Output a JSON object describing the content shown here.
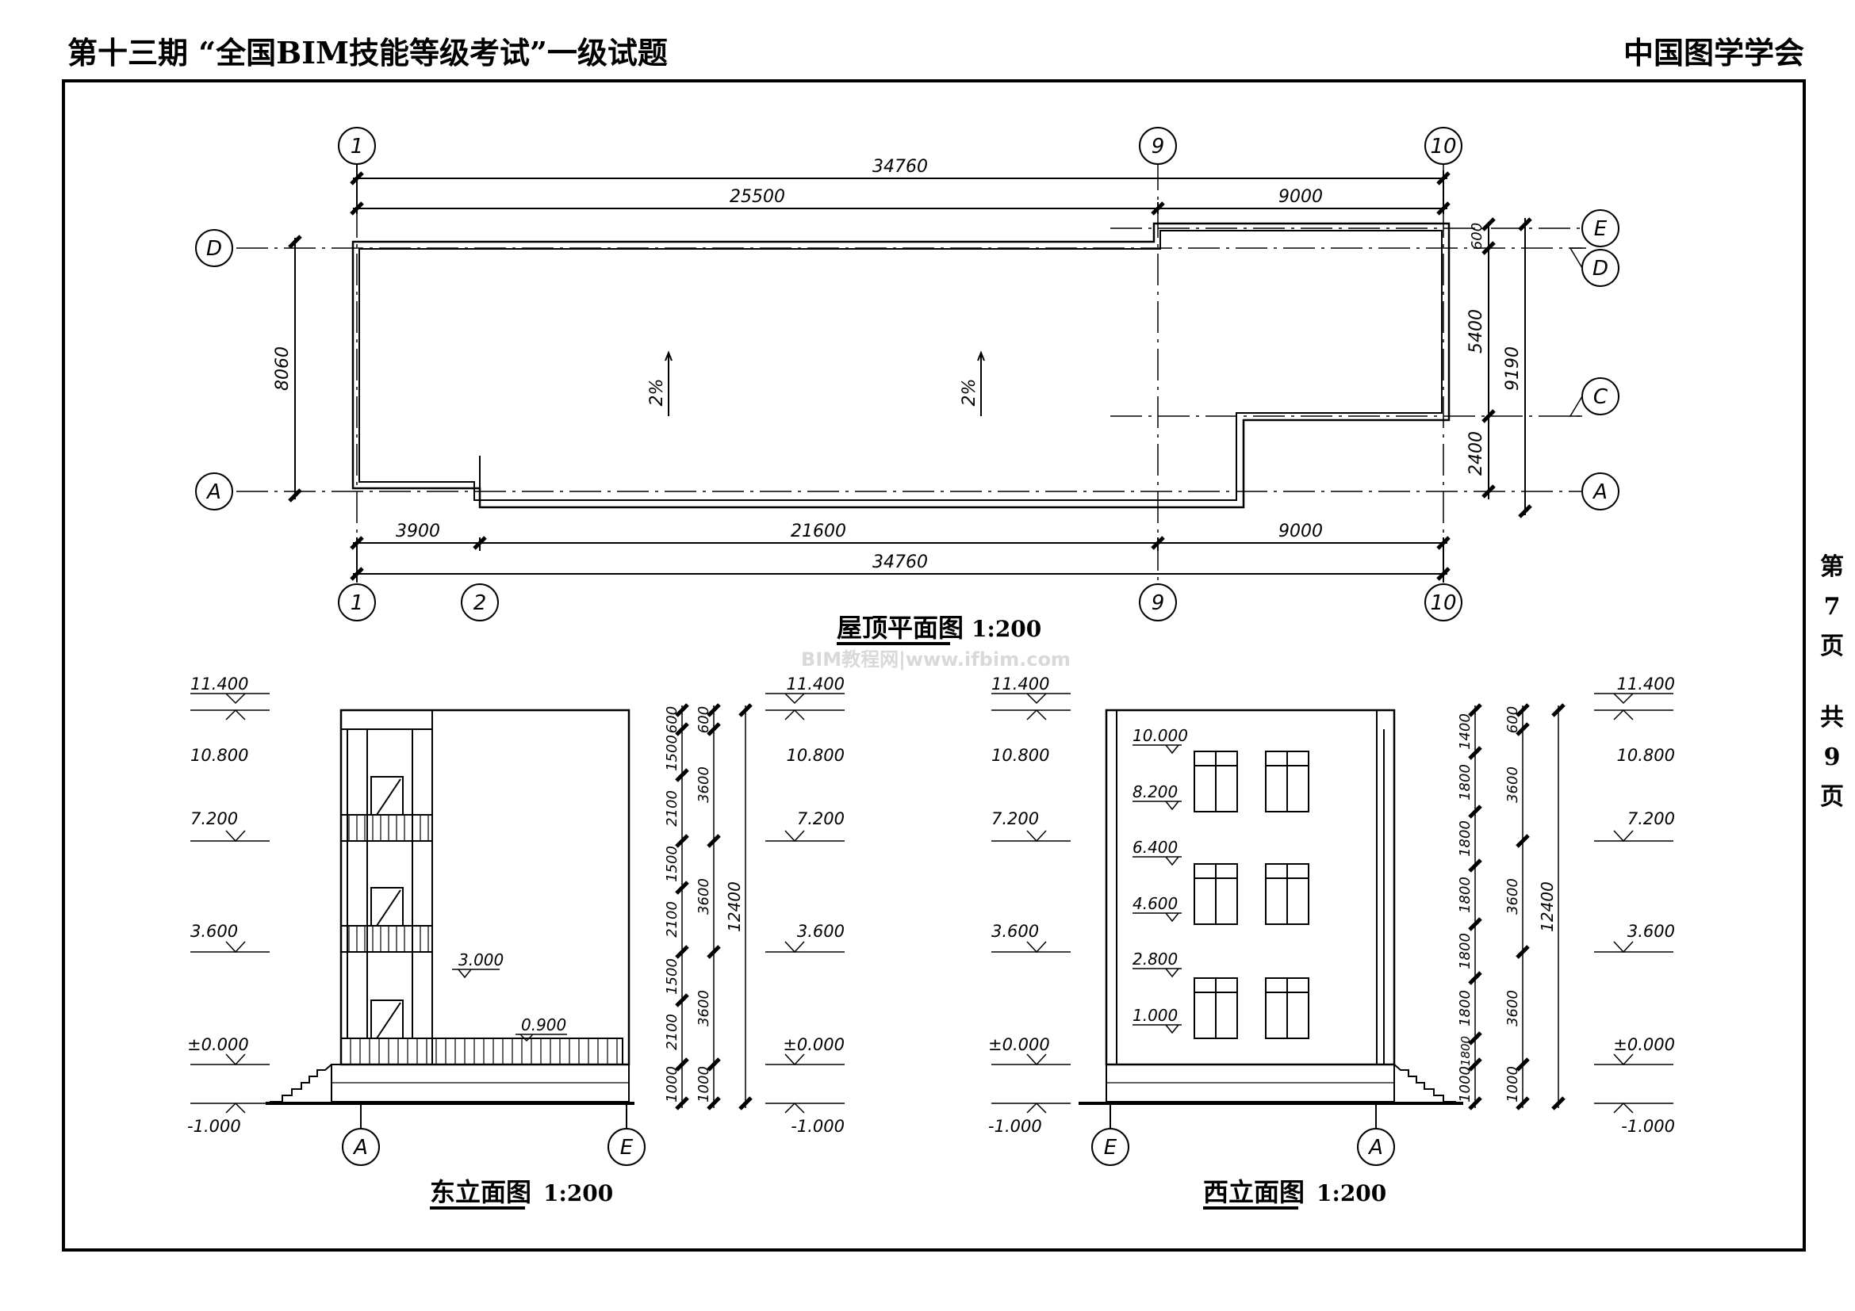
{
  "header": {
    "left": "第十三期 “全国BIM技能等级考试”一级试题",
    "right": "中国图学学会"
  },
  "page_marker": {
    "chars": [
      "第",
      "7",
      "页",
      "共",
      "9",
      "页"
    ]
  },
  "watermark": "BIM教程网|www.ifbim.com",
  "roof_plan": {
    "title": "屋顶平面图",
    "scale": "1:200",
    "top_axes": [
      "1",
      "9",
      "10"
    ],
    "bottom_axes": [
      "1",
      "2",
      "9",
      "10"
    ],
    "left_axes": [
      "D",
      "A"
    ],
    "right_axes": [
      "E",
      "D",
      "C",
      "A"
    ],
    "dims": {
      "top_total": "34760",
      "top_a": "25500",
      "top_b": "9000",
      "bot_a": "3900",
      "bot_b": "21600",
      "bot_c": "9000",
      "bot_total": "34760",
      "left": "8060",
      "right_a": "600",
      "right_b": "5400",
      "right_c": "2400",
      "right_total": "9190"
    },
    "slopes": [
      "2%",
      "2%"
    ]
  },
  "east_elevation": {
    "title": "东立面图",
    "scale": "1:200",
    "axes": [
      "A",
      "E"
    ],
    "levels_left": [
      "11.400",
      "10.800",
      "7.200",
      "3.600",
      "±0.000",
      "-1.000"
    ],
    "levels_right": [
      "11.400",
      "10.800",
      "7.200",
      "3.600",
      "±0.000",
      "-1.000"
    ],
    "inner_levels": [
      "3.000",
      "0.900"
    ],
    "dims_a": [
      "600",
      "1500",
      "2100",
      "1500",
      "2100",
      "1500",
      "2100",
      "1000"
    ],
    "dims_b": [
      "600",
      "3600",
      "3600",
      "3600",
      "1000"
    ],
    "dim_total": "12400"
  },
  "west_elevation": {
    "title": "西立面图",
    "scale": "1:200",
    "axes": [
      "E",
      "A"
    ],
    "levels_left": [
      "11.400",
      "10.800",
      "7.200",
      "3.600",
      "±0.000",
      "-1.000"
    ],
    "levels_right": [
      "11.400",
      "10.800",
      "7.200",
      "3.600",
      "±0.000",
      "-1.000"
    ],
    "window_levels": [
      "10.000",
      "8.200",
      "6.400",
      "4.600",
      "2.800",
      "1.000"
    ],
    "dims_a": [
      "1400",
      "1800",
      "1800",
      "1800",
      "1800",
      "1800",
      "1800",
      "1000"
    ],
    "dims_b": [
      "600",
      "3600",
      "3600",
      "3600",
      "1000"
    ],
    "dim_total": "12400"
  }
}
